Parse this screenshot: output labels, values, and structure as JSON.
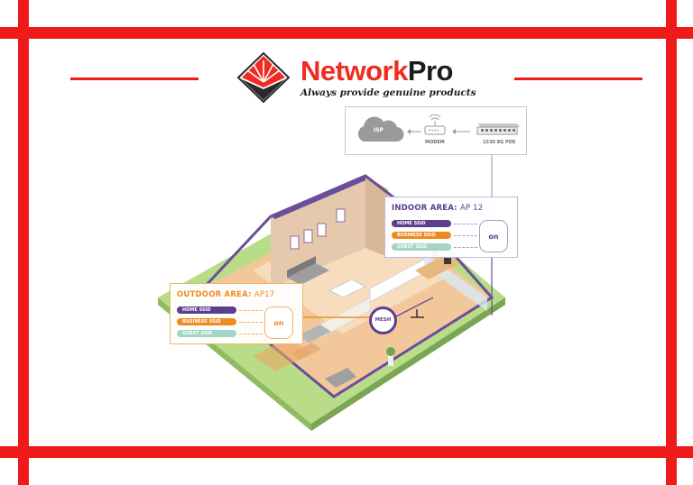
{
  "brand": {
    "name_part1": "Network",
    "name_part2": "Pro",
    "tagline": "Always provide genuine products"
  },
  "colors": {
    "frame_red": "#f01a1a",
    "indoor_purple": "#5d3e8e",
    "outdoor_orange": "#f08a1f",
    "guest_mint": "#a3d4c6",
    "grass_green": "#b8dc88"
  },
  "topology": {
    "isp_label": "ISP",
    "modem_label": "MODEM",
    "switch_label": "1530 8G POE"
  },
  "indoor_area": {
    "title": "INDOOR AREA:",
    "ap_name": "AP 12",
    "ssids": [
      "HOME SSID",
      "BUSINESS SSID",
      "GUEST SSID"
    ],
    "device_label": "on"
  },
  "outdoor_area": {
    "title": "OUTDOOR AREA:",
    "ap_name": "AP17",
    "ssids": [
      "HOME SSID",
      "BUSINESS SSID",
      "GUEST SSID"
    ],
    "device_label": "on"
  },
  "mesh_label": "MESH",
  "icons": [
    "logo-mark",
    "cloud-icon",
    "modem-icon",
    "switch-icon",
    "access-point-icon",
    "wifi-icon"
  ]
}
